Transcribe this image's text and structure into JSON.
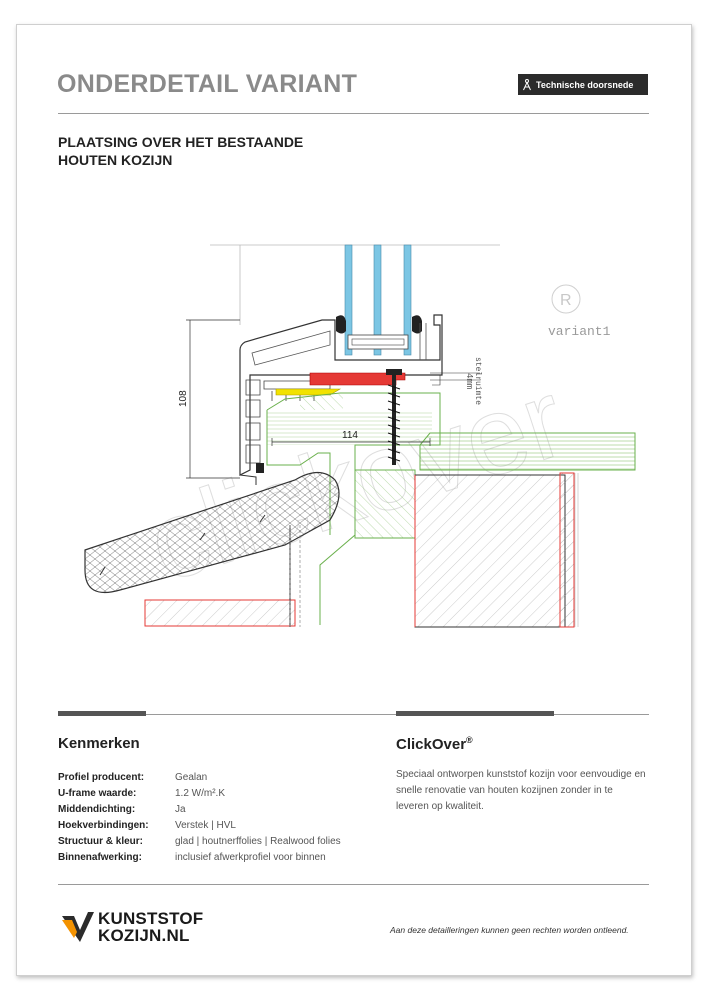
{
  "header": {
    "title": "ONDERDETAIL VARIANT",
    "badge_label": "Technische doorsnede",
    "subtitle_line1": "PLAATSING OVER HET BESTAANDE",
    "subtitle_line2": "HOUTEN KOZIJN"
  },
  "drawing": {
    "dim_height": "108",
    "dim_width": "114",
    "annotation_gap": "stelruimte",
    "annotation_mm": "4mm",
    "variant_label": "variant1",
    "watermark": "clickover",
    "watermark_mark": "R"
  },
  "kenmerken": {
    "heading": "Kenmerken",
    "rows": [
      {
        "label": "Profiel producent:",
        "value": "Gealan"
      },
      {
        "label": "U-frame waarde:",
        "value": "1.2 W/m².K"
      },
      {
        "label": "Middendichting:",
        "value": "Ja"
      },
      {
        "label": "Hoekverbindingen:",
        "value": "Verstek | HVL"
      },
      {
        "label": "Structuur & kleur:",
        "value": "glad | houtnerffolies | Realwood folies"
      },
      {
        "label": "Binnenafwerking:",
        "value": "inclusief afwerkprofiel voor binnen"
      }
    ]
  },
  "product": {
    "heading": "ClickOver",
    "heading_mark": "®",
    "description": "Speciaal ontworpen kunststof kozijn voor eenvoudige en snelle renovatie van houten kozijnen zonder in te leveren op kwaliteit."
  },
  "footer": {
    "logo_line1": "KUNSTSTOF",
    "logo_line2": "KOZIJN.NL",
    "disclaimer": "Aan deze detailleringen kunnen geen rechten worden ontleend."
  },
  "colors": {
    "glass": "#7cc6e4",
    "red_profile": "#e53935",
    "yellow_strip": "#f2e200",
    "green_outline": "#6ab04c",
    "red_lines": "#e53935",
    "dark": "#2b2b2b"
  }
}
